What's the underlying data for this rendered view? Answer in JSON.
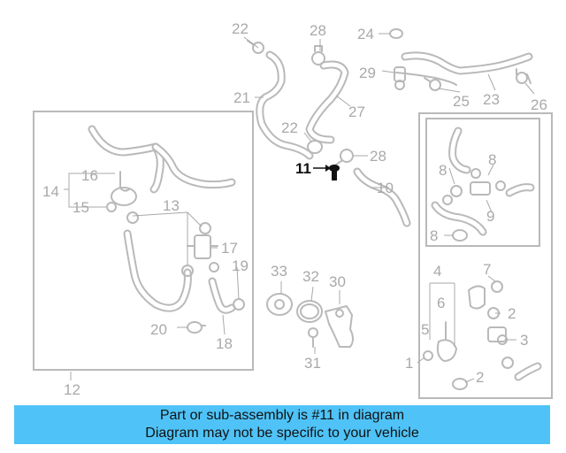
{
  "callouts": {
    "n22a": "22",
    "n28a": "28",
    "n24": "24",
    "n29": "29",
    "n25": "25",
    "n23": "23",
    "n26": "26",
    "n21": "21",
    "n27": "27",
    "n22b": "22",
    "n28b": "28",
    "n11": "11",
    "n10": "10",
    "n16": "16",
    "n14": "14",
    "n15": "15",
    "n13": "13",
    "n17": "17",
    "n19": "19",
    "n20": "20",
    "n18": "18",
    "n12": "12",
    "n33": "33",
    "n32": "32",
    "n30": "30",
    "n31": "31",
    "n8a": "8",
    "n8b": "8",
    "n9": "9",
    "n8c": "8",
    "n4": "4",
    "n7": "7",
    "n6": "6",
    "n2a": "2",
    "n5": "5",
    "n3": "3",
    "n1": "1",
    "n2b": "2"
  },
  "highlight_part": "11",
  "colors": {
    "banner_bg": "#4fc3f7",
    "diagram_gray": "#b9b9b9",
    "highlight": "#111111"
  },
  "banner": {
    "line1": "Part or sub-assembly is #11 in diagram",
    "line2": "Diagram may not be specific to your vehicle"
  }
}
